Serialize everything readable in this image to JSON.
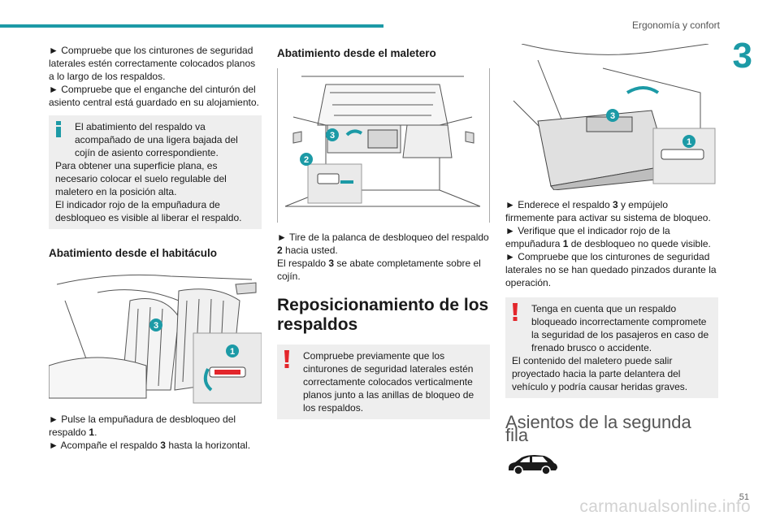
{
  "header": {
    "title": "Ergonomía y confort",
    "chapter": "3",
    "page": "51"
  },
  "watermark": "carmanualsonline.info",
  "col1": {
    "intro1": "► Compruebe que los cinturones de seguridad laterales estén correctamente colocados planos a lo largo de los respaldos.",
    "intro2": "► Compruebe que el enganche del cinturón del asiento central está guardado en su alojamiento.",
    "note_l1": "El abatimiento del respaldo va acompañado de una ligera bajada del cojín de asiento correspondiente.",
    "note_l2": "Para obtener una superficie plana, es necesario colocar el suelo regulable del maletero en la posición alta.",
    "note_l3": "El indicador rojo de la empuñadura de desbloqueo es visible al liberar el respaldo.",
    "section": "Abatimiento desde el habitáculo",
    "fig_label_a": "3",
    "fig_label_b": "1",
    "step1a": "► Pulse la empuñadura de desbloqueo del respaldo ",
    "step1b": "1",
    "step1c": ".",
    "step2a": "► Acompañe el respaldo ",
    "step2b": "3",
    "step2c": " hasta la horizontal."
  },
  "col2": {
    "section": "Abatimiento desde el maletero",
    "fig_label_a": "3",
    "fig_label_b": "2",
    "step1a": "► Tire de la palanca de desbloqueo del respaldo ",
    "step1b": "2",
    "step1c": " hacia usted.",
    "step2a": "El respaldo ",
    "step2b": "3",
    "step2c": " se abate completamente sobre el cojín.",
    "heading": "Reposicionamiento de los respaldos",
    "warn": "Compruebe previamente que los cinturones de seguridad laterales estén correctamente colocados verticalmente planos junto a las anillas de bloqueo de los respaldos."
  },
  "col3": {
    "fig_label_a": "3",
    "fig_label_b": "1",
    "step1a": "► Enderece el respaldo ",
    "step1b": "3",
    "step1c": " y empújelo firmemente para activar su sistema de bloqueo.",
    "step2a": "► Verifique que el indicador rojo de la empuñadura ",
    "step2b": "1",
    "step2c": " de desbloqueo no quede visible.",
    "step3": "► Compruebe que los cinturones de seguridad laterales no se han quedado pinzados durante la operación.",
    "warn_l1": "Tenga en cuenta que un respaldo bloqueado incorrectamente compromete la seguridad de los pasajeros en caso de frenado brusco o accidente.",
    "warn_l2": "El contenido del maletero puede salir proyectado hacia la parte delantera del vehículo y podría causar heridas graves.",
    "title": "Asientos de la segunda fila"
  },
  "colors": {
    "accent": "#1c9aa6",
    "warning": "#e3262b",
    "note_bg": "#eeeeee"
  },
  "icons": [
    "info-icon",
    "warning-icon",
    "car-icon"
  ]
}
